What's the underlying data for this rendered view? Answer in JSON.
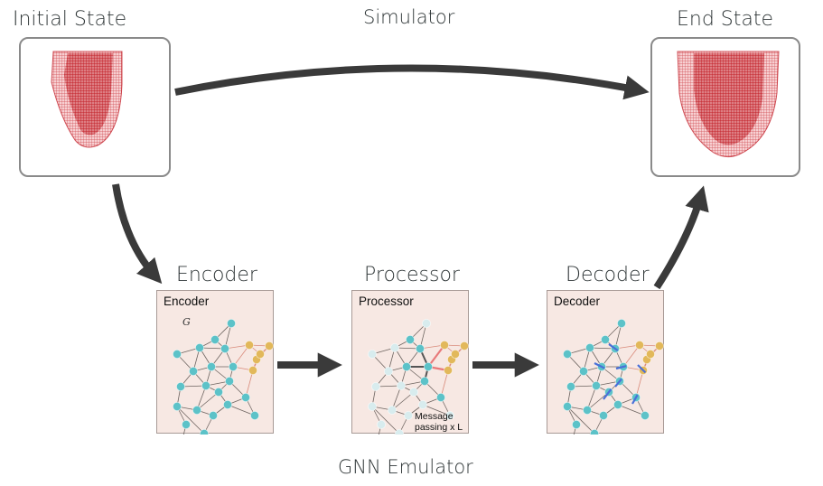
{
  "title_simulator": "Simulator",
  "title_emulator": "GNN Emulator",
  "initial_state": {
    "label": "Initial State",
    "image": "heart-ventricle-mesh-icon"
  },
  "end_state": {
    "label": "End State",
    "image": "heart-ventricle-mesh-icon"
  },
  "stages": [
    {
      "label": "Encoder",
      "panel_title": "Encoder",
      "annotation": "G"
    },
    {
      "label": "Processor",
      "panel_title": "Processor",
      "annotation_line1": "Message",
      "annotation_line2": "passing x L"
    },
    {
      "label": "Decoder",
      "panel_title": "Decoder"
    }
  ],
  "colors": {
    "mesh": "#c0141c",
    "node": "#5cc2c8",
    "node_faded": "#d8ecee",
    "node_boundary": "#e2b85a",
    "panel_bg": "#f7e8e3",
    "arrow": "#3a3a3a",
    "message_edge": "#e87a7a",
    "decoder_vector": "#4a6fd8"
  }
}
